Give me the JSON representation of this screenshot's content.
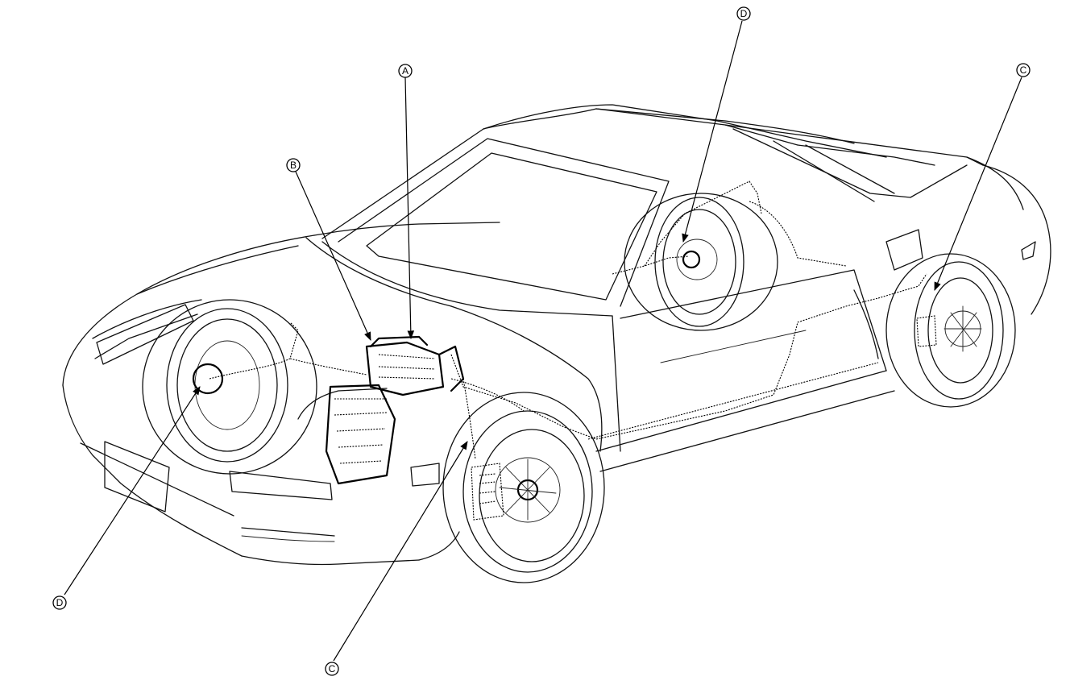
{
  "diagram": {
    "callouts": [
      {
        "id": "A",
        "label": "A"
      },
      {
        "id": "B",
        "label": "B"
      },
      {
        "id": "C-front",
        "label": "C"
      },
      {
        "id": "C-rear",
        "label": "C"
      },
      {
        "id": "D-front",
        "label": "D"
      },
      {
        "id": "D-rear",
        "label": "D"
      }
    ],
    "colors": {
      "line": "#000000",
      "background": "#ffffff"
    }
  }
}
